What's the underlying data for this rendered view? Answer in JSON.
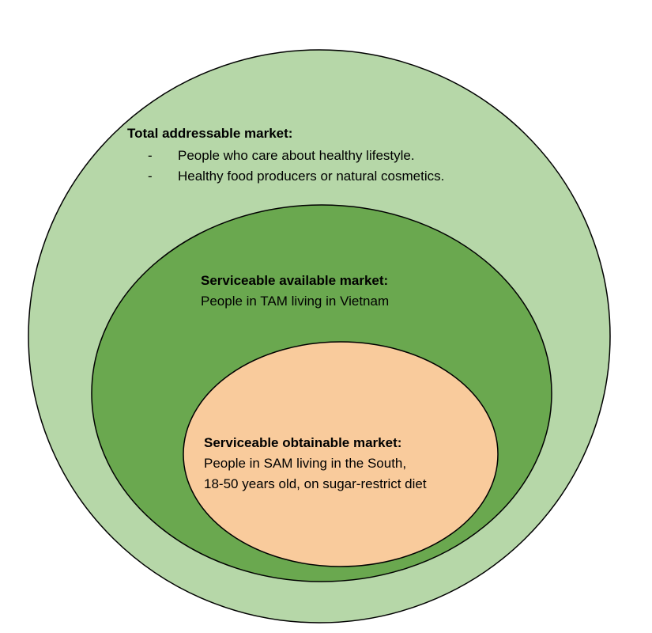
{
  "colors": {
    "tam_fill": "#b6d7a8",
    "sam_fill": "#6aa84f",
    "som_fill": "#f9cb9c",
    "outline": "#000000"
  },
  "tam": {
    "title": "Total addressable market:",
    "bullet_mark": "-",
    "items": [
      "People who care about healthy lifestyle.",
      "Healthy food producers or natural cosmetics."
    ]
  },
  "sam": {
    "title": "Serviceable available market:",
    "lines": [
      "People in TAM living in Vietnam"
    ]
  },
  "som": {
    "title": "Serviceable obtainable market:",
    "lines": [
      "People in SAM living in the South,",
      "18-50 years old, on sugar-restrict diet"
    ]
  }
}
